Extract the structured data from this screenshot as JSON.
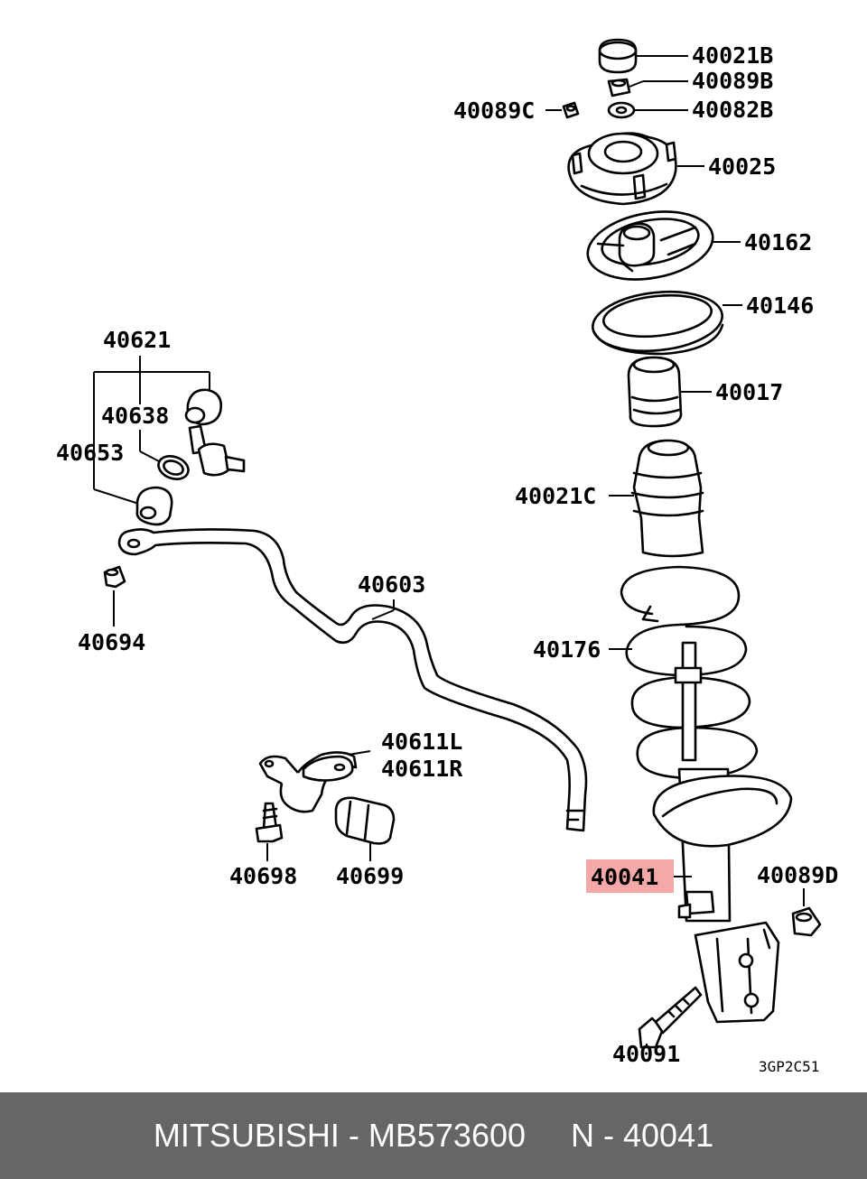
{
  "labels": {
    "l40021B": "40021B",
    "l40089B": "40089B",
    "l40089C": "40089C",
    "l40082B": "40082B",
    "l40025": "40025",
    "l40162": "40162",
    "l40146": "40146",
    "l40017": "40017",
    "l40021C": "40021C",
    "l40176": "40176",
    "l40041": "40041",
    "l40089D": "40089D",
    "l40091": "40091",
    "l40621": "40621",
    "l40638": "40638",
    "l40653": "40653",
    "l40694": "40694",
    "l40603": "40603",
    "l40611L": "40611L",
    "l40611R": "40611R",
    "l40698": "40698",
    "l40699": "40699"
  },
  "diagram_code": "3GP2C51",
  "highlight_color": "#f4a9a8",
  "footer": {
    "text": "MITSUBISHI - MB573600     N - 40041",
    "background": "#666666"
  }
}
